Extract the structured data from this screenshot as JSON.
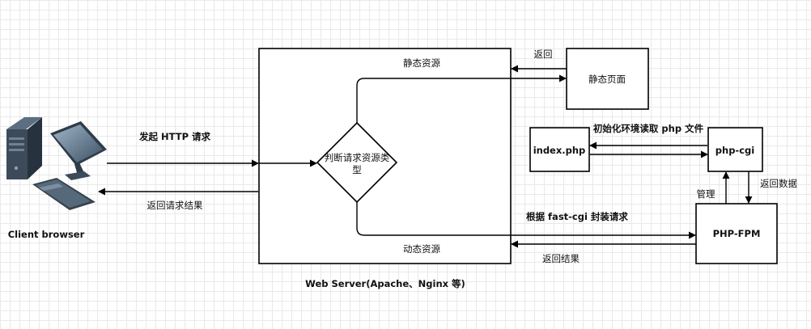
{
  "nodes": {
    "client_browser": "Client browser",
    "web_server": "Web Server(Apache、Nginx 等)",
    "decision": [
      "判断请求资源类",
      "型"
    ],
    "static_page": "静态页面",
    "index_php": "index.php",
    "php_cgi": "php-cgi",
    "php_fpm": "PHP-FPM"
  },
  "edges": {
    "send_http": "发起 HTTP 请求",
    "return_result": "返回请求结果",
    "static_resource": "静态资源",
    "dynamic_resource": "动态资源",
    "return_static": "返回",
    "init_env": "初始化环境读取 php 文件",
    "manage": "管理",
    "return_data": "返回数据",
    "fastcgi_wrap": "根据 fast-cgi 封装请求",
    "return_fpm_result": "返回结果"
  },
  "icons": [
    "desktop-computer-icon"
  ]
}
